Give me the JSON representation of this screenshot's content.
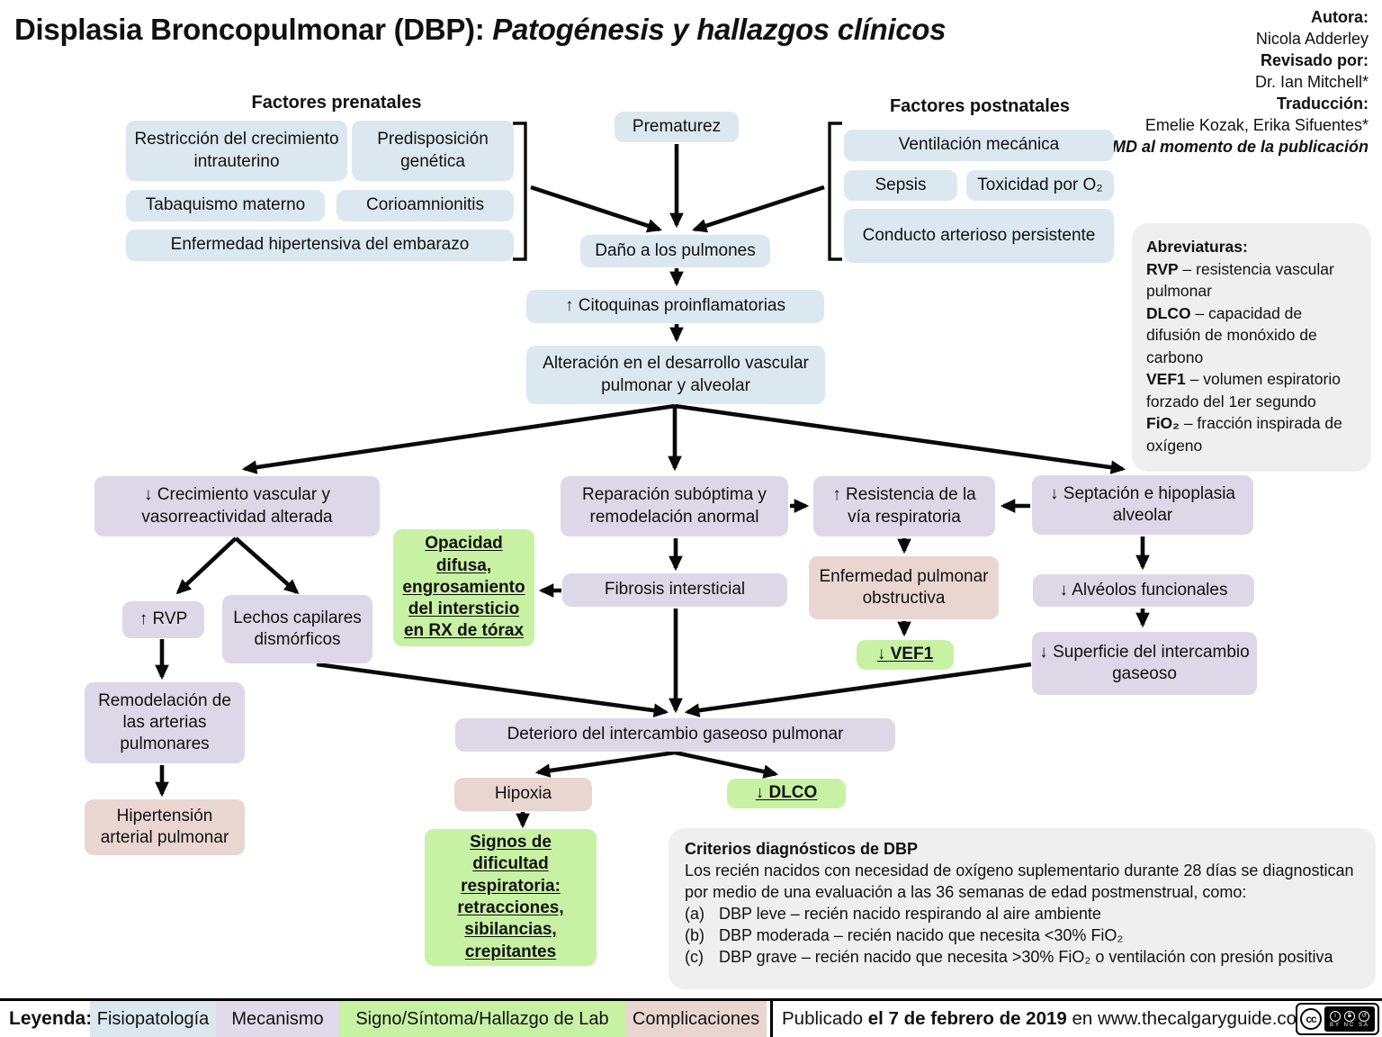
{
  "title": {
    "main": "Displasia Broncopulmonar (DBP): ",
    "italic": "Patogénesis y hallazgos clínicos"
  },
  "credits": {
    "autora_label": "Autora:",
    "autora": "Nicola Adderley",
    "revisado_label": "Revisado por:",
    "revisado": "Dr. Ian Mitchell*",
    "traduccion_label": "Traducción:",
    "traduccion": "Emelie Kozak, Erika Sifuentes*",
    "nota": "*MD al momento de la publicación"
  },
  "headings": {
    "prenatales": "Factores prenatales",
    "postnatales": "Factores postnatales"
  },
  "nodes": {
    "restriccion": "Restricción del crecimiento intrauterino",
    "predisposicion": "Predisposición genética",
    "tabaquismo": "Tabaquismo materno",
    "corioamnionitis": "Corioamnionitis",
    "enf_hipertensiva": "Enfermedad hipertensiva del embarazo",
    "prematurez": "Prematurez",
    "ventilacion": "Ventilación mecánica",
    "sepsis": "Sepsis",
    "toxicidad": "Toxicidad por O₂",
    "conducto": "Conducto arterioso persistente",
    "dano": "Daño a los pulmones",
    "citoquinas": "↑ Citoquinas proinflamatorias",
    "alteracion": "Alteración en el desarrollo vascular pulmonar y alveolar",
    "crecimiento": "↓ Crecimiento vascular y vasorreactividad alterada",
    "reparacion": "Reparación subóptima y remodelación anormal",
    "resistencia": "↑ Resistencia de la vía respiratoria",
    "septacion": "↓ Septación e hipoplasia alveolar",
    "opacidad": "Opacidad difusa, engrosamiento del intersticio en RX de tórax",
    "fibrosis": "Fibrosis intersticial",
    "epoc": "Enfermedad pulmonar obstructiva",
    "vef1": "↓ VEF1",
    "alveolos": "↓ Alvéolos funcionales",
    "superficie": "↓ Superficie del intercambio gaseoso",
    "rvp": "↑ RVP",
    "lechos": "Lechos capilares dismórficos",
    "remodelacion": "Remodelación de las arterias pulmonares",
    "hipertension": "Hipertensión arterial pulmonar",
    "deterioro": "Deterioro del intercambio gaseoso pulmonar",
    "hipoxia": "Hipoxia",
    "dlco": "↓ DLCO",
    "signos": "Signos de dificultad respiratoria: retracciones, sibilancias, crepitantes"
  },
  "abreviaturas": {
    "title": "Abreviaturas:",
    "items": [
      {
        "term": "RVP",
        "def": " – resistencia vascular pulmonar"
      },
      {
        "term": "DLCO",
        "def": " – capacidad de difusión de monóxido de carbono"
      },
      {
        "term": "VEF1",
        "def": " – volumen espiratorio forzado del 1er segundo"
      },
      {
        "term": "FiO₂",
        "def": " – fracción inspirada de oxígeno"
      }
    ]
  },
  "criterios": {
    "title": "Criterios diagnósticos de DBP",
    "intro": "Los recién nacidos con necesidad de oxígeno suplementario durante 28 días se diagnostican por medio de una evaluación a las 36 semanas de edad postmenstrual, como:",
    "items": [
      {
        "marker": "(a)",
        "text": "DBP leve – recién nacido respirando al aire ambiente"
      },
      {
        "marker": "(b)",
        "text": "DBP moderada – recién nacido que necesita <30% FiO₂"
      },
      {
        "marker": "(c)",
        "text": "DBP grave – recién nacido que necesita >30% FiO₂ o ventilación con presión positiva"
      }
    ]
  },
  "legend": {
    "label": "Leyenda:",
    "items": [
      {
        "label": "Fisiopatología",
        "color": "#dbe8f0"
      },
      {
        "label": "Mecanismo",
        "color": "#dfdbea"
      },
      {
        "label": "Signo/Síntoma/Hallazgo de Lab",
        "color": "#c7f2a4"
      },
      {
        "label": "Complicaciones",
        "color": "#e9d6d0"
      }
    ]
  },
  "footer": {
    "prefix": "Publicado ",
    "date": "el 7 de febrero de 2019",
    "suffix": " en www.thecalgaryguide.com",
    "cc_logo": "cc",
    "cc_subs": "BY NC SA"
  },
  "colors": {
    "fisiopatologia_blue": "#dbe8f0",
    "mecanismo_purple": "#dcd8e7",
    "signo_green": "#c7f2a4",
    "complicaciones_pink": "#e9d6d0",
    "info_grey": "#efefef",
    "arrow_black": "#0a0a0a"
  }
}
